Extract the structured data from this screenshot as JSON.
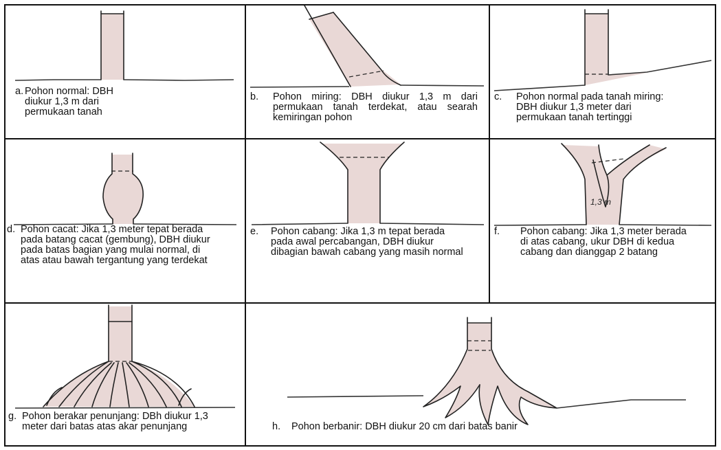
{
  "panels": {
    "a": {
      "letter": "a.",
      "text": "Pohon normal: DBH diukur 1,3 m dari permukaan tanah"
    },
    "b": {
      "letter": "b.",
      "text": "Pohon miring: DBH diukur 1,3 m dari permukaan tanah terdekat, atau searah kemiringan pohon"
    },
    "c": {
      "letter": "c.",
      "text": "Pohon normal pada tanah miring: DBH diukur 1,3 meter dari permukaan tanah tertinggi"
    },
    "d": {
      "letter": "d.",
      "text": "Pohon cacat: Jika 1,3 meter tepat berada pada batang cacat (gembung), DBH diukur pada batas bagian yang mulai normal, di atas atau bawah tergantung yang terdekat"
    },
    "e": {
      "letter": "e.",
      "text": "Pohon cabang: Jika 1,3 m tepat berada pada awal percabangan, DBH diukur dibagian bawah cabang yang masih normal"
    },
    "f": {
      "letter": "f.",
      "text": "Pohon cabang: Jika 1,3 meter berada di atas cabang, ukur DBH di kedua cabang dan dianggap 2 batang",
      "inner_label": "1,3 m"
    },
    "g": {
      "letter": "g.",
      "text": "Pohon berakar penunjang: DBh diukur 1,3 meter dari batas atas akar penunjang"
    },
    "h": {
      "letter": "h.",
      "text": "Pohon berbanir: DBH diukur 20 cm dari batas banir"
    }
  },
  "colors": {
    "trunk_fill": "#e9d8d6",
    "lines": "#111111",
    "background": "#ffffff"
  }
}
